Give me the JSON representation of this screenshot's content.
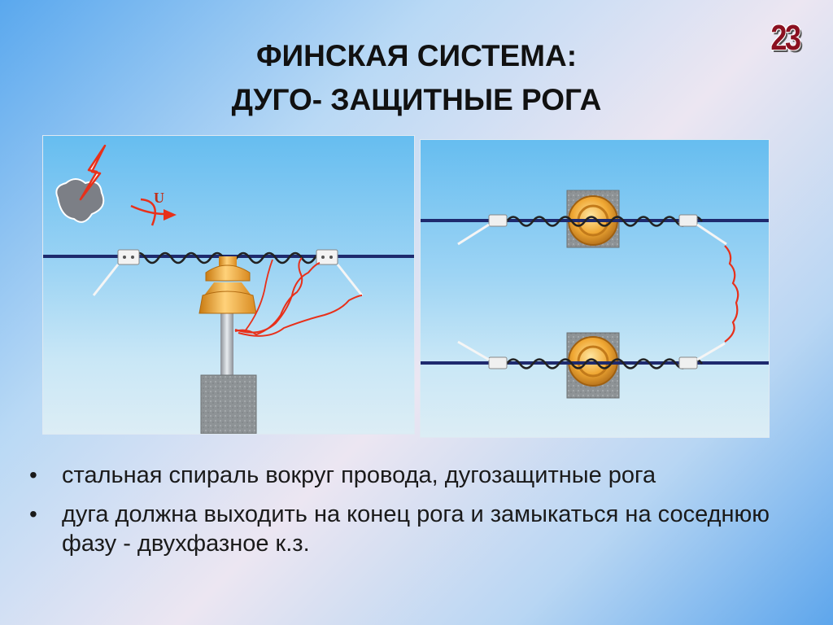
{
  "slide_number": "23",
  "title": {
    "line1": "ФИНСКАЯ СИСТЕМА:",
    "line2": "ДУГО- ЗАЩИТНЫЕ РОГА"
  },
  "diagram": {
    "voltage_label": "U"
  },
  "bullets": [
    {
      "text": "стальная спираль вокруг провода, дугозащитные рога"
    },
    {
      "text": "дуга должна выходить на конец рога и замыкаться на соседнюю фазу - двухфазное к.з."
    }
  ],
  "colors": {
    "arc": "#e8301a",
    "wire": "#1e2a6e",
    "insulator": "#f0a030",
    "lightning": "#e8301a",
    "slide_number": "#8b1020"
  }
}
